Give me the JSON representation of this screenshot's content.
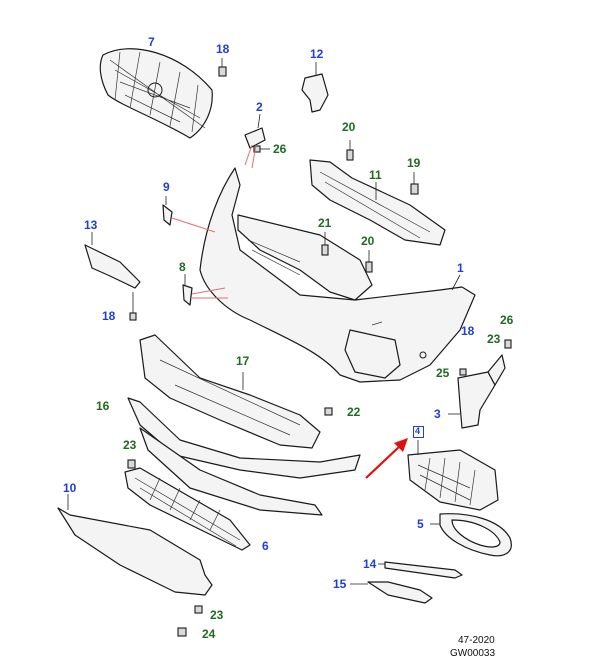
{
  "callouts": [
    {
      "id": "7",
      "color": "blue"
    },
    {
      "id": "18",
      "color": "blue"
    },
    {
      "id": "12",
      "color": "blue"
    },
    {
      "id": "2",
      "color": "blue"
    },
    {
      "id": "26",
      "color": "green"
    },
    {
      "id": "20",
      "color": "green"
    },
    {
      "id": "9",
      "color": "blue"
    },
    {
      "id": "11",
      "color": "green"
    },
    {
      "id": "19",
      "color": "green"
    },
    {
      "id": "21",
      "color": "green"
    },
    {
      "id": "20",
      "color": "green"
    },
    {
      "id": "13",
      "color": "blue"
    },
    {
      "id": "8",
      "color": "green"
    },
    {
      "id": "1",
      "color": "blue"
    },
    {
      "id": "18",
      "color": "blue"
    },
    {
      "id": "18",
      "color": "blue"
    },
    {
      "id": "26",
      "color": "green"
    },
    {
      "id": "23",
      "color": "green"
    },
    {
      "id": "17",
      "color": "green"
    },
    {
      "id": "25",
      "color": "green"
    },
    {
      "id": "16",
      "color": "green"
    },
    {
      "id": "22",
      "color": "green"
    },
    {
      "id": "3",
      "color": "blue"
    },
    {
      "id": "23",
      "color": "green"
    },
    {
      "id": "10",
      "color": "blue"
    },
    {
      "id": "6",
      "color": "blue"
    },
    {
      "id": "5",
      "color": "blue"
    },
    {
      "id": "14",
      "color": "blue"
    },
    {
      "id": "15",
      "color": "blue"
    },
    {
      "id": "23",
      "color": "green"
    },
    {
      "id": "24",
      "color": "green"
    },
    {
      "id": "4",
      "color": "blue"
    }
  ],
  "colors": {
    "blue": "#1f3fd6",
    "green": "#1f6b1f",
    "arrow": "#e01010"
  },
  "footer": {
    "date": "47-2020",
    "code": "GW00033"
  }
}
